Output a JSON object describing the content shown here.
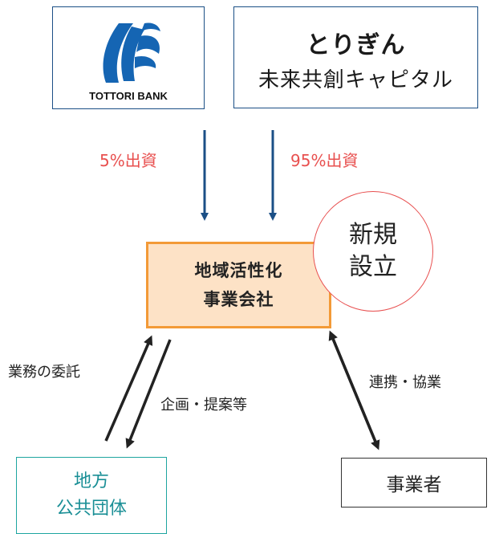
{
  "bank": {
    "name": "TOTTORI BANK",
    "logo_icon": "tottori-bank-logo-icon",
    "brand_color": "#1b4f86"
  },
  "capital": {
    "line1": "とりぎん",
    "line2": "未来共創キャピタル"
  },
  "investments": {
    "bank_share": "5%出資",
    "capital_share": "95%出資",
    "color": "#e8504f"
  },
  "company": {
    "line1": "地域活性化",
    "line2": "事業会社",
    "fill": "#fde2c6",
    "border": "#f39a37"
  },
  "badge": {
    "line1": "新規",
    "line2": "設立"
  },
  "municipality": {
    "line1": "地方",
    "line2": "公共団体",
    "color": "#1ea5a0"
  },
  "operator": {
    "label": "事業者"
  },
  "relations": {
    "entrust": "業務の委託",
    "proposal": "企画・提案等",
    "collaboration": "連携・協業"
  }
}
